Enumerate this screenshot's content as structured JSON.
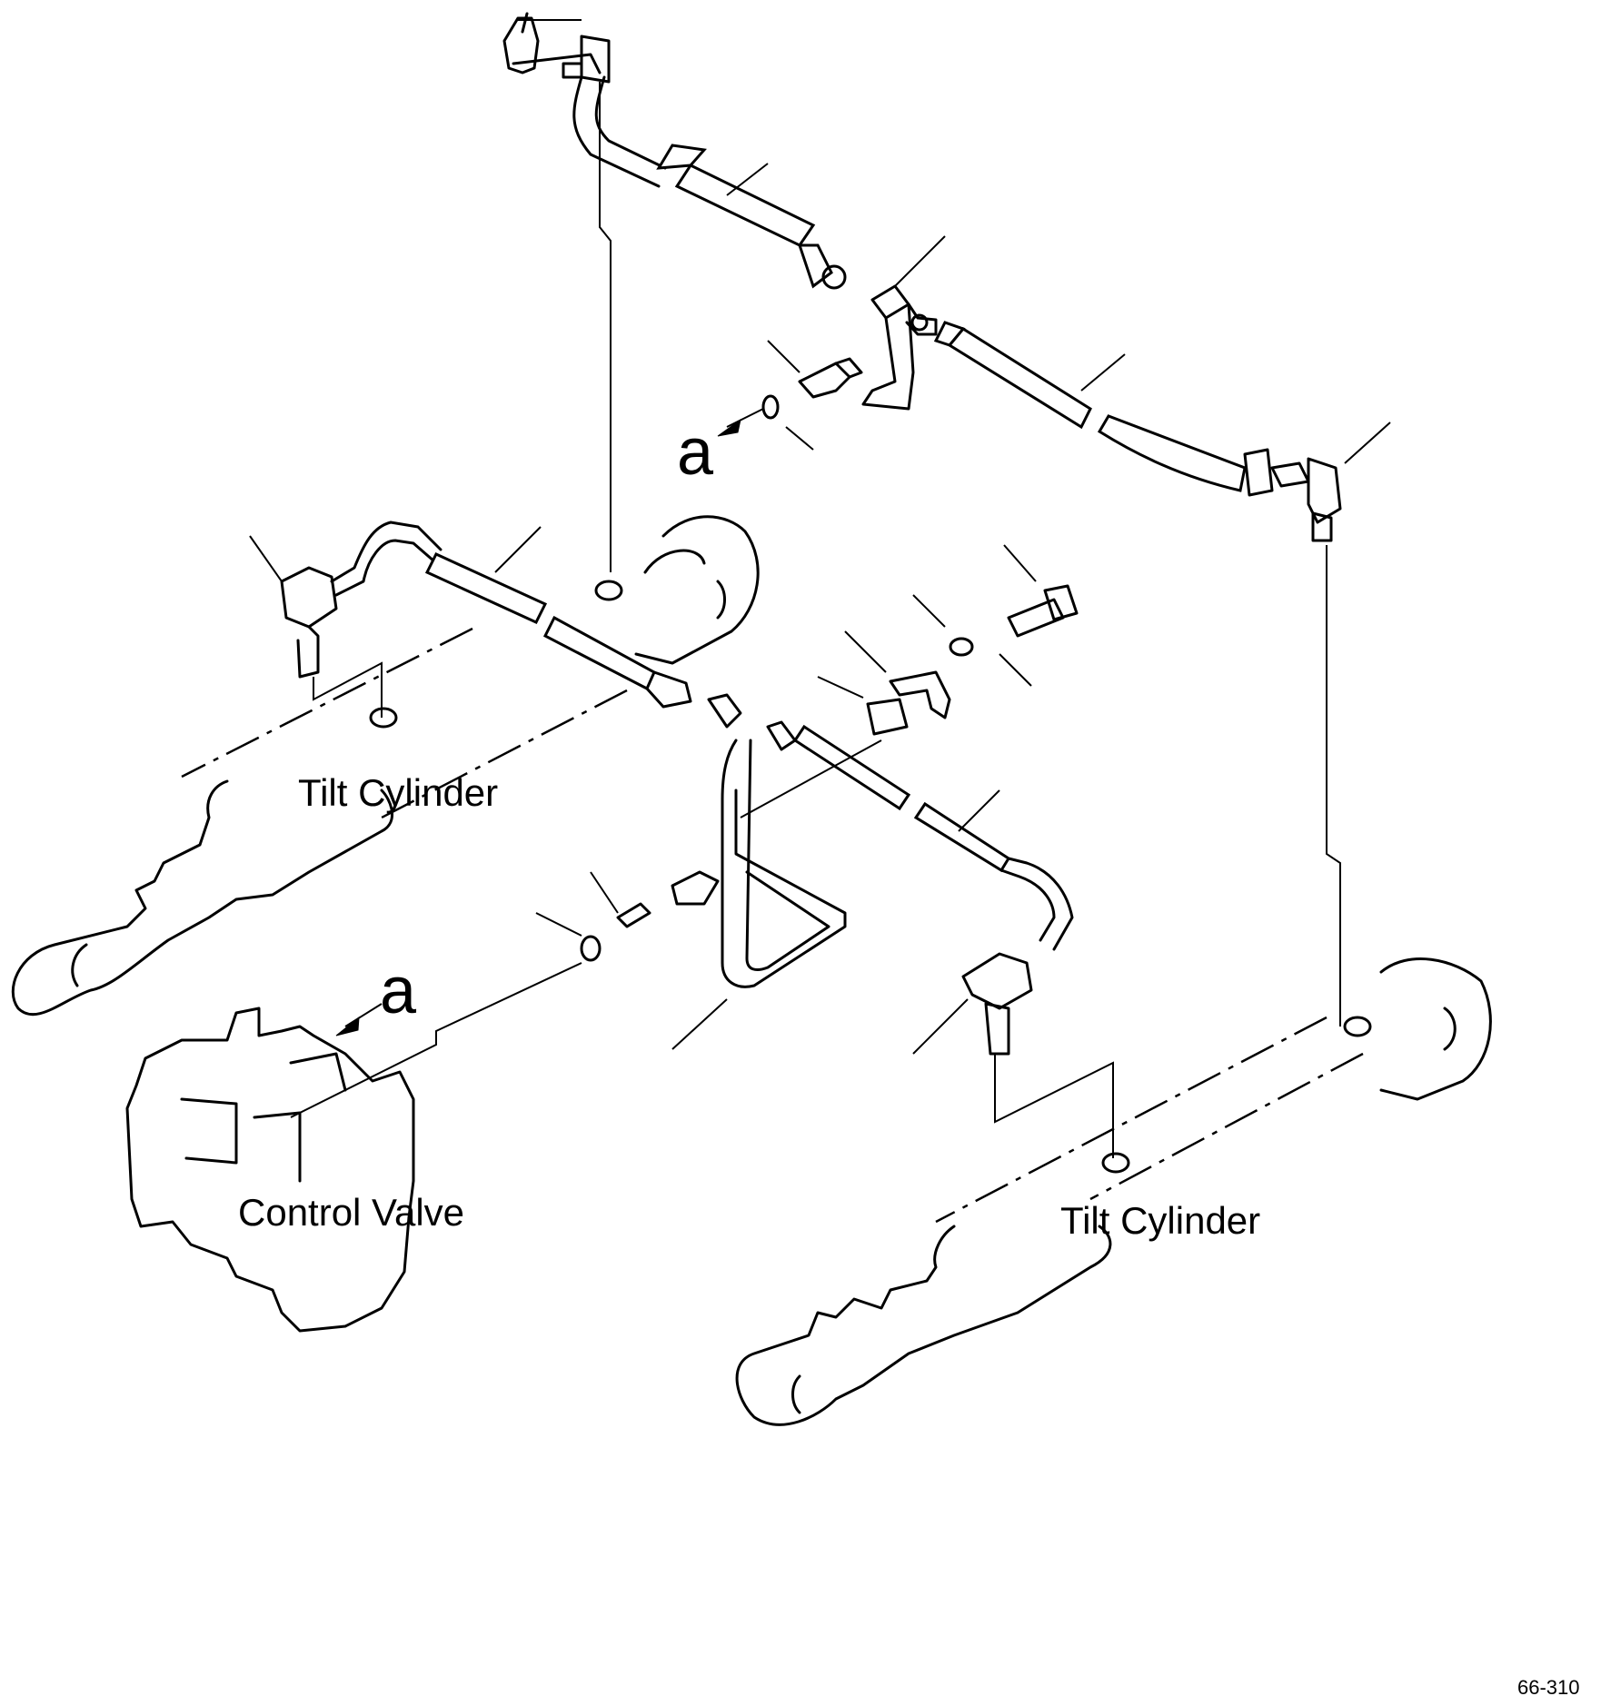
{
  "labels": {
    "tilt_cylinder_left": "Tilt Cylinder",
    "tilt_cylinder_right": "Tilt Cylinder",
    "control_valve": "Control Valve",
    "callout_upper": "a",
    "callout_lower": "a",
    "page_number": "66-310"
  }
}
